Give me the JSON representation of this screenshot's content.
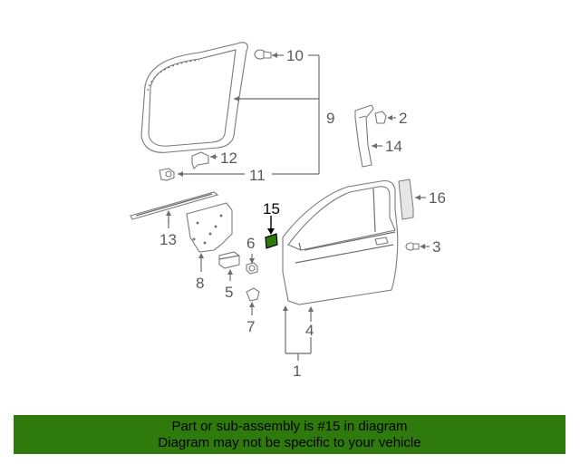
{
  "diagram": {
    "callouts": [
      {
        "id": "c1",
        "text": "1"
      },
      {
        "id": "c2",
        "text": "2"
      },
      {
        "id": "c3",
        "text": "3"
      },
      {
        "id": "c4",
        "text": "4"
      },
      {
        "id": "c5",
        "text": "5"
      },
      {
        "id": "c6",
        "text": "6"
      },
      {
        "id": "c7",
        "text": "7"
      },
      {
        "id": "c8",
        "text": "8"
      },
      {
        "id": "c9",
        "text": "9"
      },
      {
        "id": "c10",
        "text": "10"
      },
      {
        "id": "c11",
        "text": "11"
      },
      {
        "id": "c12",
        "text": "12"
      },
      {
        "id": "c13",
        "text": "13"
      },
      {
        "id": "c14",
        "text": "14"
      },
      {
        "id": "c15",
        "text": "15"
      },
      {
        "id": "c16",
        "text": "16"
      }
    ],
    "highlighted_part": "15",
    "highlight_color": "#2f7a0d"
  },
  "banner": {
    "line1": "Part or sub-assembly is #15 in diagram",
    "line2": "Diagram may not be specific to your vehicle",
    "color": "#2f7a0d"
  }
}
